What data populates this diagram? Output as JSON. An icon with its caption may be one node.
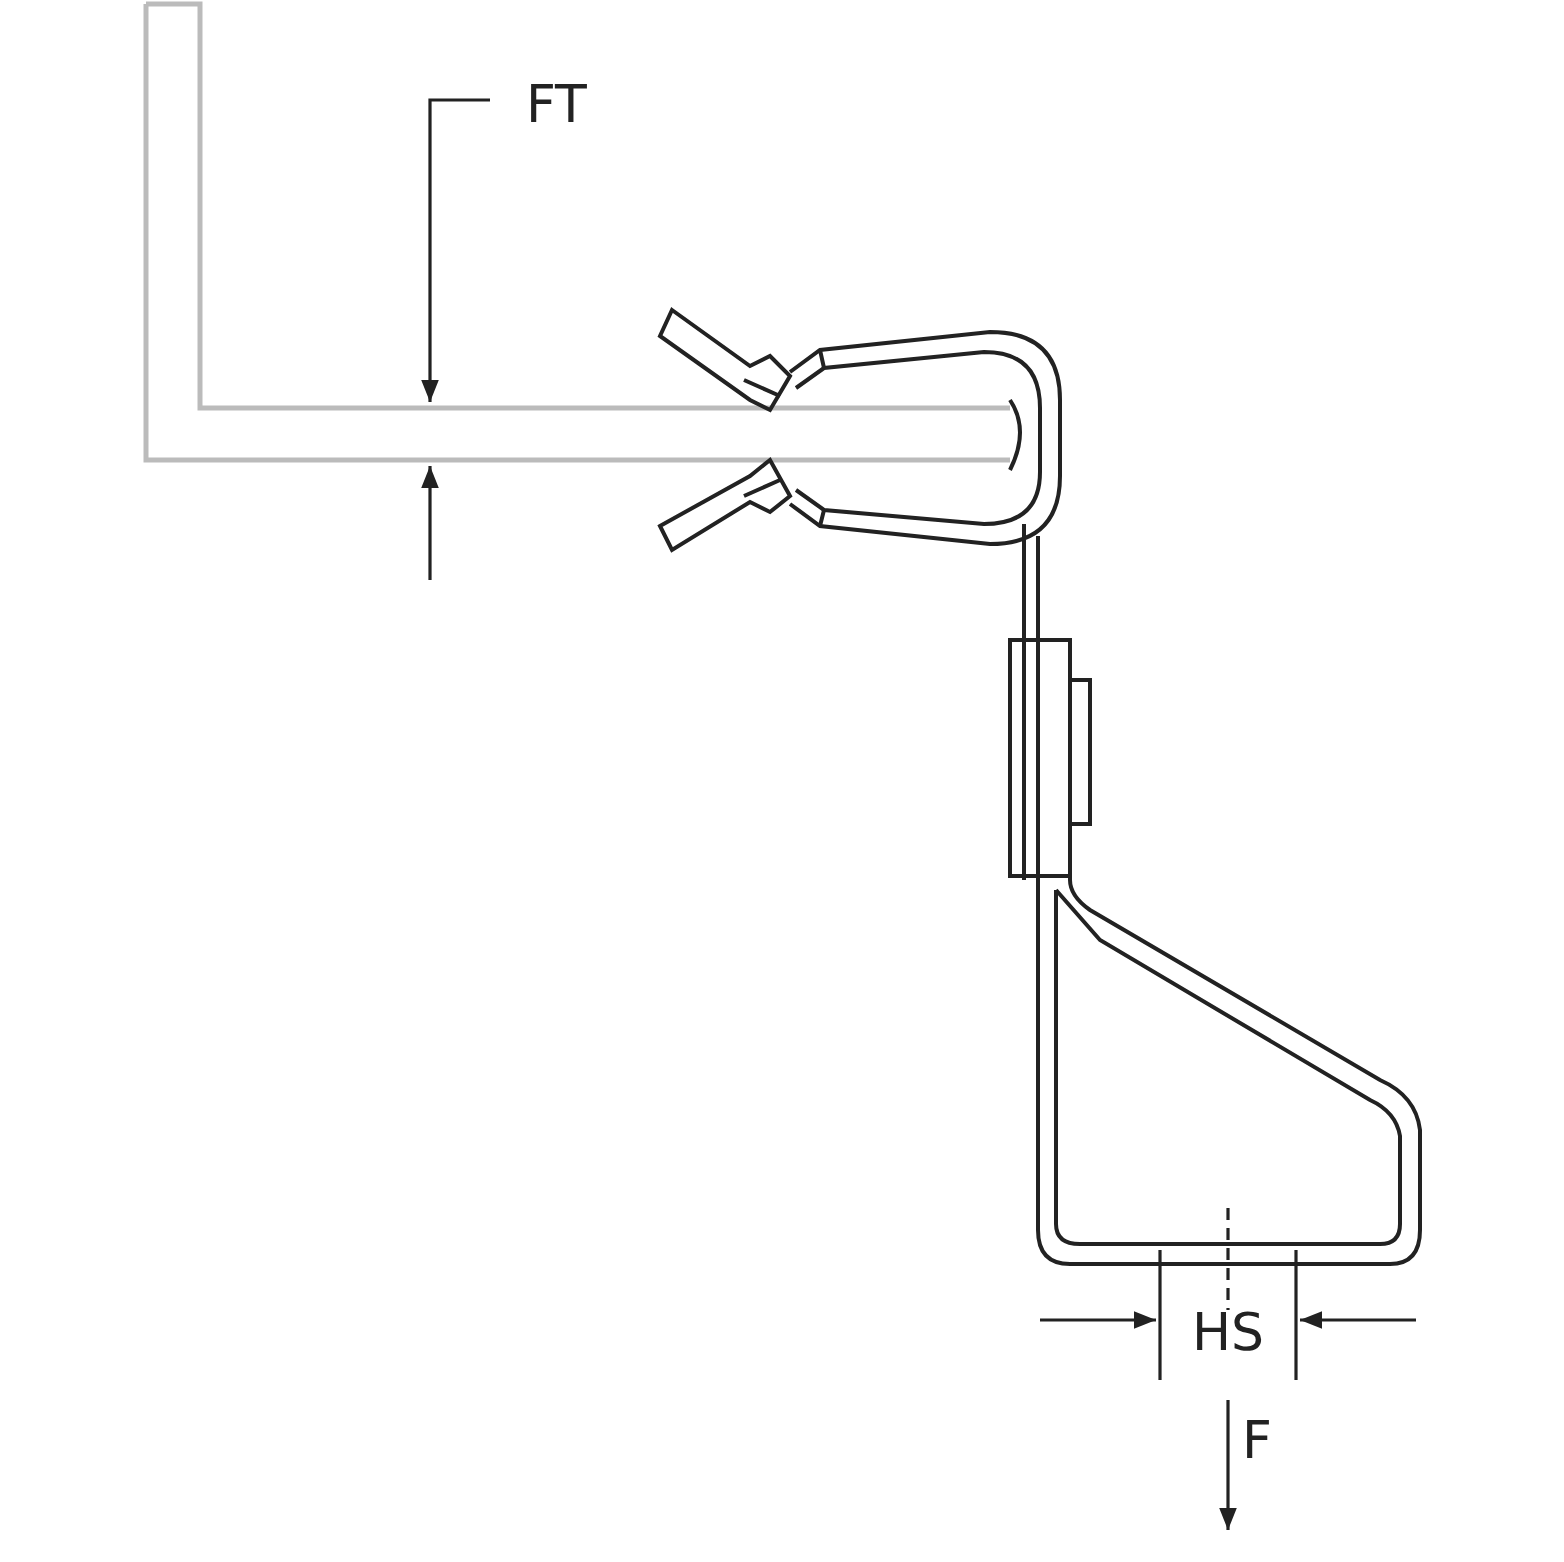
{
  "diagram": {
    "labels": [
      "FT",
      "HS",
      "F"
    ]
  }
}
